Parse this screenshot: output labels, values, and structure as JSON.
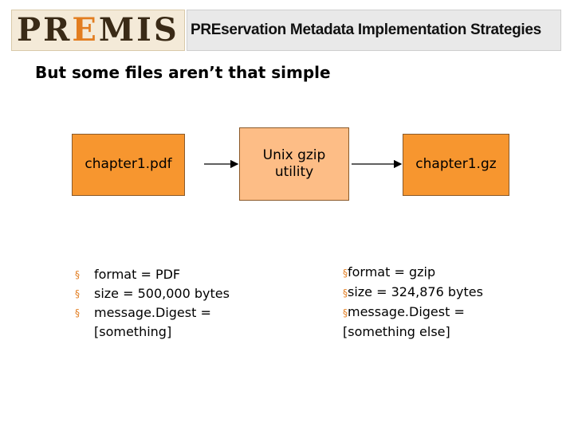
{
  "header": {
    "logo_letters": [
      "P",
      "R",
      "E",
      "M",
      "I",
      "S"
    ],
    "tagline": "PREservation Metadata Implementation Strategies"
  },
  "slide": {
    "title": "But some files aren’t that simple"
  },
  "diagram": {
    "input_file": "chapter1.pdf",
    "process": "Unix gzip utility",
    "output_file": "chapter1.gz"
  },
  "left_properties": [
    "format = PDF",
    "size = 500,000 bytes",
    "message.Digest = [something]"
  ],
  "right_properties": [
    "format = gzip",
    "size = 324,876 bytes",
    "message.Digest = [something else]"
  ],
  "colors": {
    "brand_orange": "#e27d20",
    "box_orange": "#f7962f",
    "box_light_orange": "#fdbd86"
  }
}
